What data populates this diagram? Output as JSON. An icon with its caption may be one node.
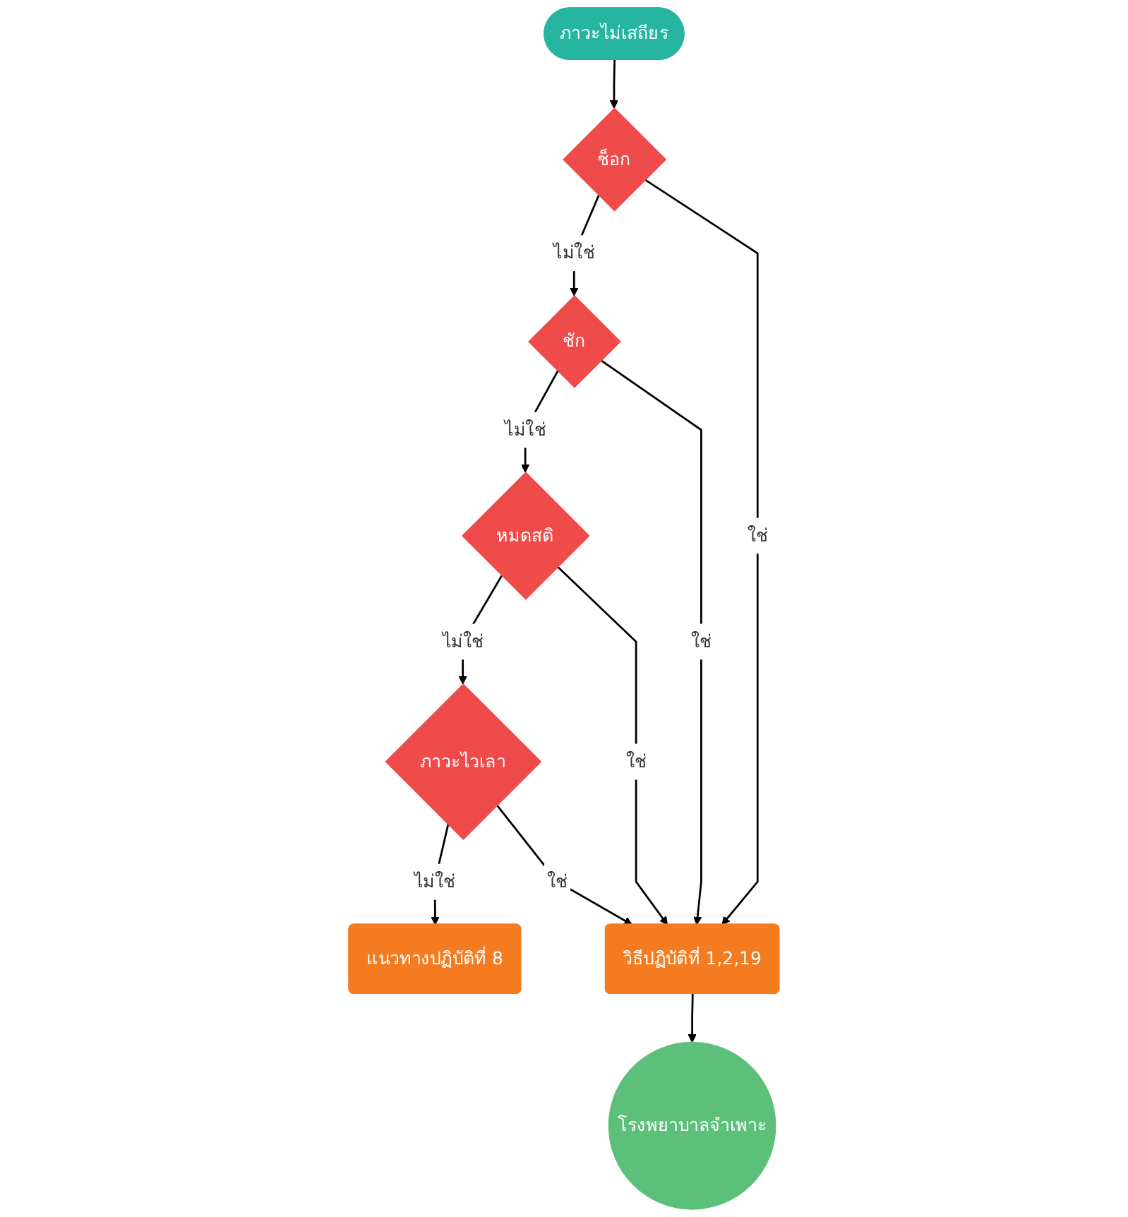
{
  "diagram": {
    "nodes": [
      {
        "text": [
          "ภาวะไม่เสถียร"
        ]
      },
      {
        "text": [
          "ช็อก"
        ]
      },
      {
        "text": [
          "ชัก"
        ]
      },
      {
        "text": [
          "หมดสติ"
        ]
      },
      {
        "text": [
          "ภาวะไวเลา"
        ]
      },
      {
        "text": [
          "แนวทางปฏิบัติที่ 8"
        ]
      },
      {
        "text": [
          "วิธีปฏิบัติที่ 1,2,19"
        ]
      },
      {
        "text": [
          "โรงพยาบาลจำเพาะ"
        ]
      }
    ],
    "edges": [
      {
        "from": 0,
        "to": 1,
        "arrow": "to"
      },
      {
        "from": 1,
        "to": 2,
        "arrow": "to",
        "label": "ไม่ใช่"
      },
      {
        "from": 2,
        "to": 3,
        "arrow": "to",
        "label": "ไม่ใช่"
      },
      {
        "from": 3,
        "to": 4,
        "arrow": "to",
        "label": "ไม่ใช่"
      },
      {
        "from": 4,
        "to": 5,
        "arrow": "to",
        "label": "ไม่ใช่"
      },
      {
        "from": 1,
        "to": 6,
        "arrow": "to",
        "label": "ใช่"
      },
      {
        "from": 2,
        "to": 6,
        "arrow": "to",
        "label": "ใช่"
      },
      {
        "from": 3,
        "to": 6,
        "arrow": "to",
        "label": "ใช่"
      },
      {
        "from": 4,
        "to": 6,
        "arrow": "to",
        "label": "ใช่"
      },
      {
        "from": 6,
        "to": 7,
        "arrow": "to"
      }
    ]
  }
}
